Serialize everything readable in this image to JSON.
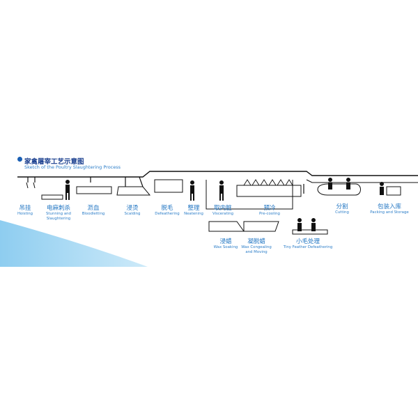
{
  "title": {
    "zh": "家禽屠宰工艺示意图",
    "en": "Sketch of the Poultry Slaughtering Process"
  },
  "colors": {
    "accent": "#1f74c2",
    "title": "#1a3f8f",
    "line": "#111111",
    "band": "#8ecdf0"
  },
  "steps": [
    {
      "id": "hoisting",
      "zh": "吊挂",
      "en": [
        "Hoisting"
      ]
    },
    {
      "id": "stunning",
      "zh": "电麻刺杀",
      "en": [
        "Stunning and",
        "Slaughtering"
      ]
    },
    {
      "id": "bloodletting",
      "zh": "沥血",
      "en": [
        "Bloodletting"
      ]
    },
    {
      "id": "scalding",
      "zh": "浸烫",
      "en": [
        "Scalding"
      ]
    },
    {
      "id": "defeathering",
      "zh": "脱毛",
      "en": [
        "Defeathering"
      ]
    },
    {
      "id": "neatening",
      "zh": "整理",
      "en": [
        "Neatening"
      ]
    },
    {
      "id": "viscerating",
      "zh": "取内脏",
      "en": [
        "Viscerating"
      ]
    },
    {
      "id": "precooling",
      "zh": "预冷",
      "en": [
        "Pre-cooling"
      ]
    },
    {
      "id": "cutting",
      "zh": "分割",
      "en": [
        "Cutting"
      ]
    },
    {
      "id": "packing",
      "zh": "包装入库",
      "en": [
        "Packing and Storage"
      ]
    },
    {
      "id": "wax-soaking",
      "zh": "浸蜡",
      "en": [
        "Wax Soaking"
      ]
    },
    {
      "id": "wax-congealing",
      "zh": "凝脱蜡",
      "en": [
        "Wax Congealing",
        "and Moving"
      ]
    },
    {
      "id": "tiny-feather",
      "zh": "小毛处理",
      "en": [
        "Tiny Feather Defeathering"
      ]
    }
  ]
}
